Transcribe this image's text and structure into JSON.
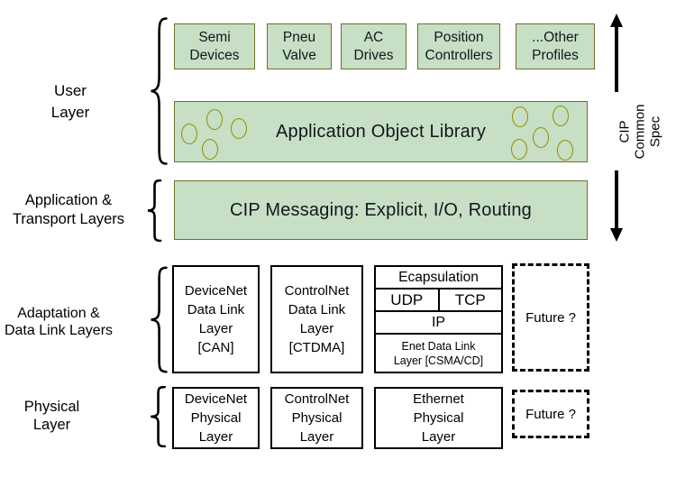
{
  "colors": {
    "green_fill": "#c7dfc5",
    "green_border": "#70702a",
    "ellipse_stroke": "#8f8f00",
    "line_color": "#000000",
    "background": "#ffffff"
  },
  "left_labels": {
    "user": "User\nLayer",
    "app_transport": "Application &\nTransport Layers",
    "adaptation": "Adaptation &\nData Link Layers",
    "physical": "Physical\nLayer"
  },
  "user_layer": {
    "profiles": [
      "Semi\nDevices",
      "Pneu\nValve",
      "AC\nDrives",
      "Position\nControllers",
      "...Other\nProfiles"
    ],
    "object_library": "Application Object Library"
  },
  "transport_layer": {
    "cip_messaging": "CIP Messaging: Explicit, I/O, Routing"
  },
  "right_annotation": {
    "label": "CIP\nCommon\nSpec"
  },
  "data_link": {
    "devicenet": "DeviceNet\nData Link\nLayer\n[CAN]",
    "controlnet": "ControlNet\nData Link\nLayer\n[CTDMA]",
    "stack": {
      "encapsulation": "Ecapsulation",
      "udp": "UDP",
      "tcp": "TCP",
      "ip": "IP",
      "enet": "Enet Data Link\nLayer [CSMA/CD]"
    },
    "future": "Future ?"
  },
  "physical": {
    "devicenet": "DeviceNet\nPhysical\nLayer",
    "controlnet": "ControlNet\nPhysical\nLayer",
    "ethernet": "Ethernet\nPhysical\nLayer",
    "future": "Future ?"
  }
}
